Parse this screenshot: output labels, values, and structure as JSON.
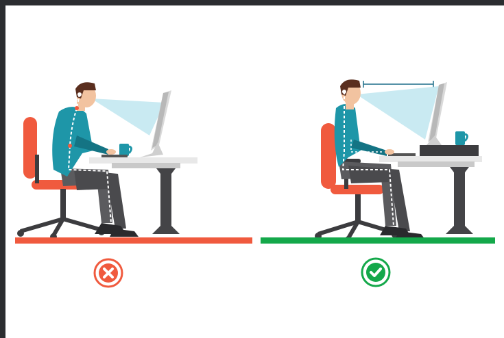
{
  "illustration": {
    "subject": "sitting-posture-comparison",
    "panels": [
      {
        "id": "bad",
        "verdict_icon": "cross-icon",
        "accent": "#f05a3e"
      },
      {
        "id": "good",
        "verdict_icon": "check-icon",
        "accent": "#14a84a"
      }
    ]
  },
  "colors": {
    "frame_background": "#2b2d30",
    "canvas": "#ffffff",
    "shirt": "#1e96a8",
    "shirt_dark": "#147484",
    "trousers": "#5b5b5e",
    "trousers_dark": "#4a4a4d",
    "skin": "#f2c3a0",
    "hair": "#5a2e1e",
    "chair_seat": "#f05a3e",
    "chair_frame": "#3c3c3f",
    "desk_top": "#e8e8e8",
    "desk_leg": "#444447",
    "monitor": "#d9d9d9",
    "mug": "#1e96a8",
    "sight_beam": "#bfe6f0",
    "bad_floor": "#f05a3e",
    "good_floor": "#14a84a"
  }
}
